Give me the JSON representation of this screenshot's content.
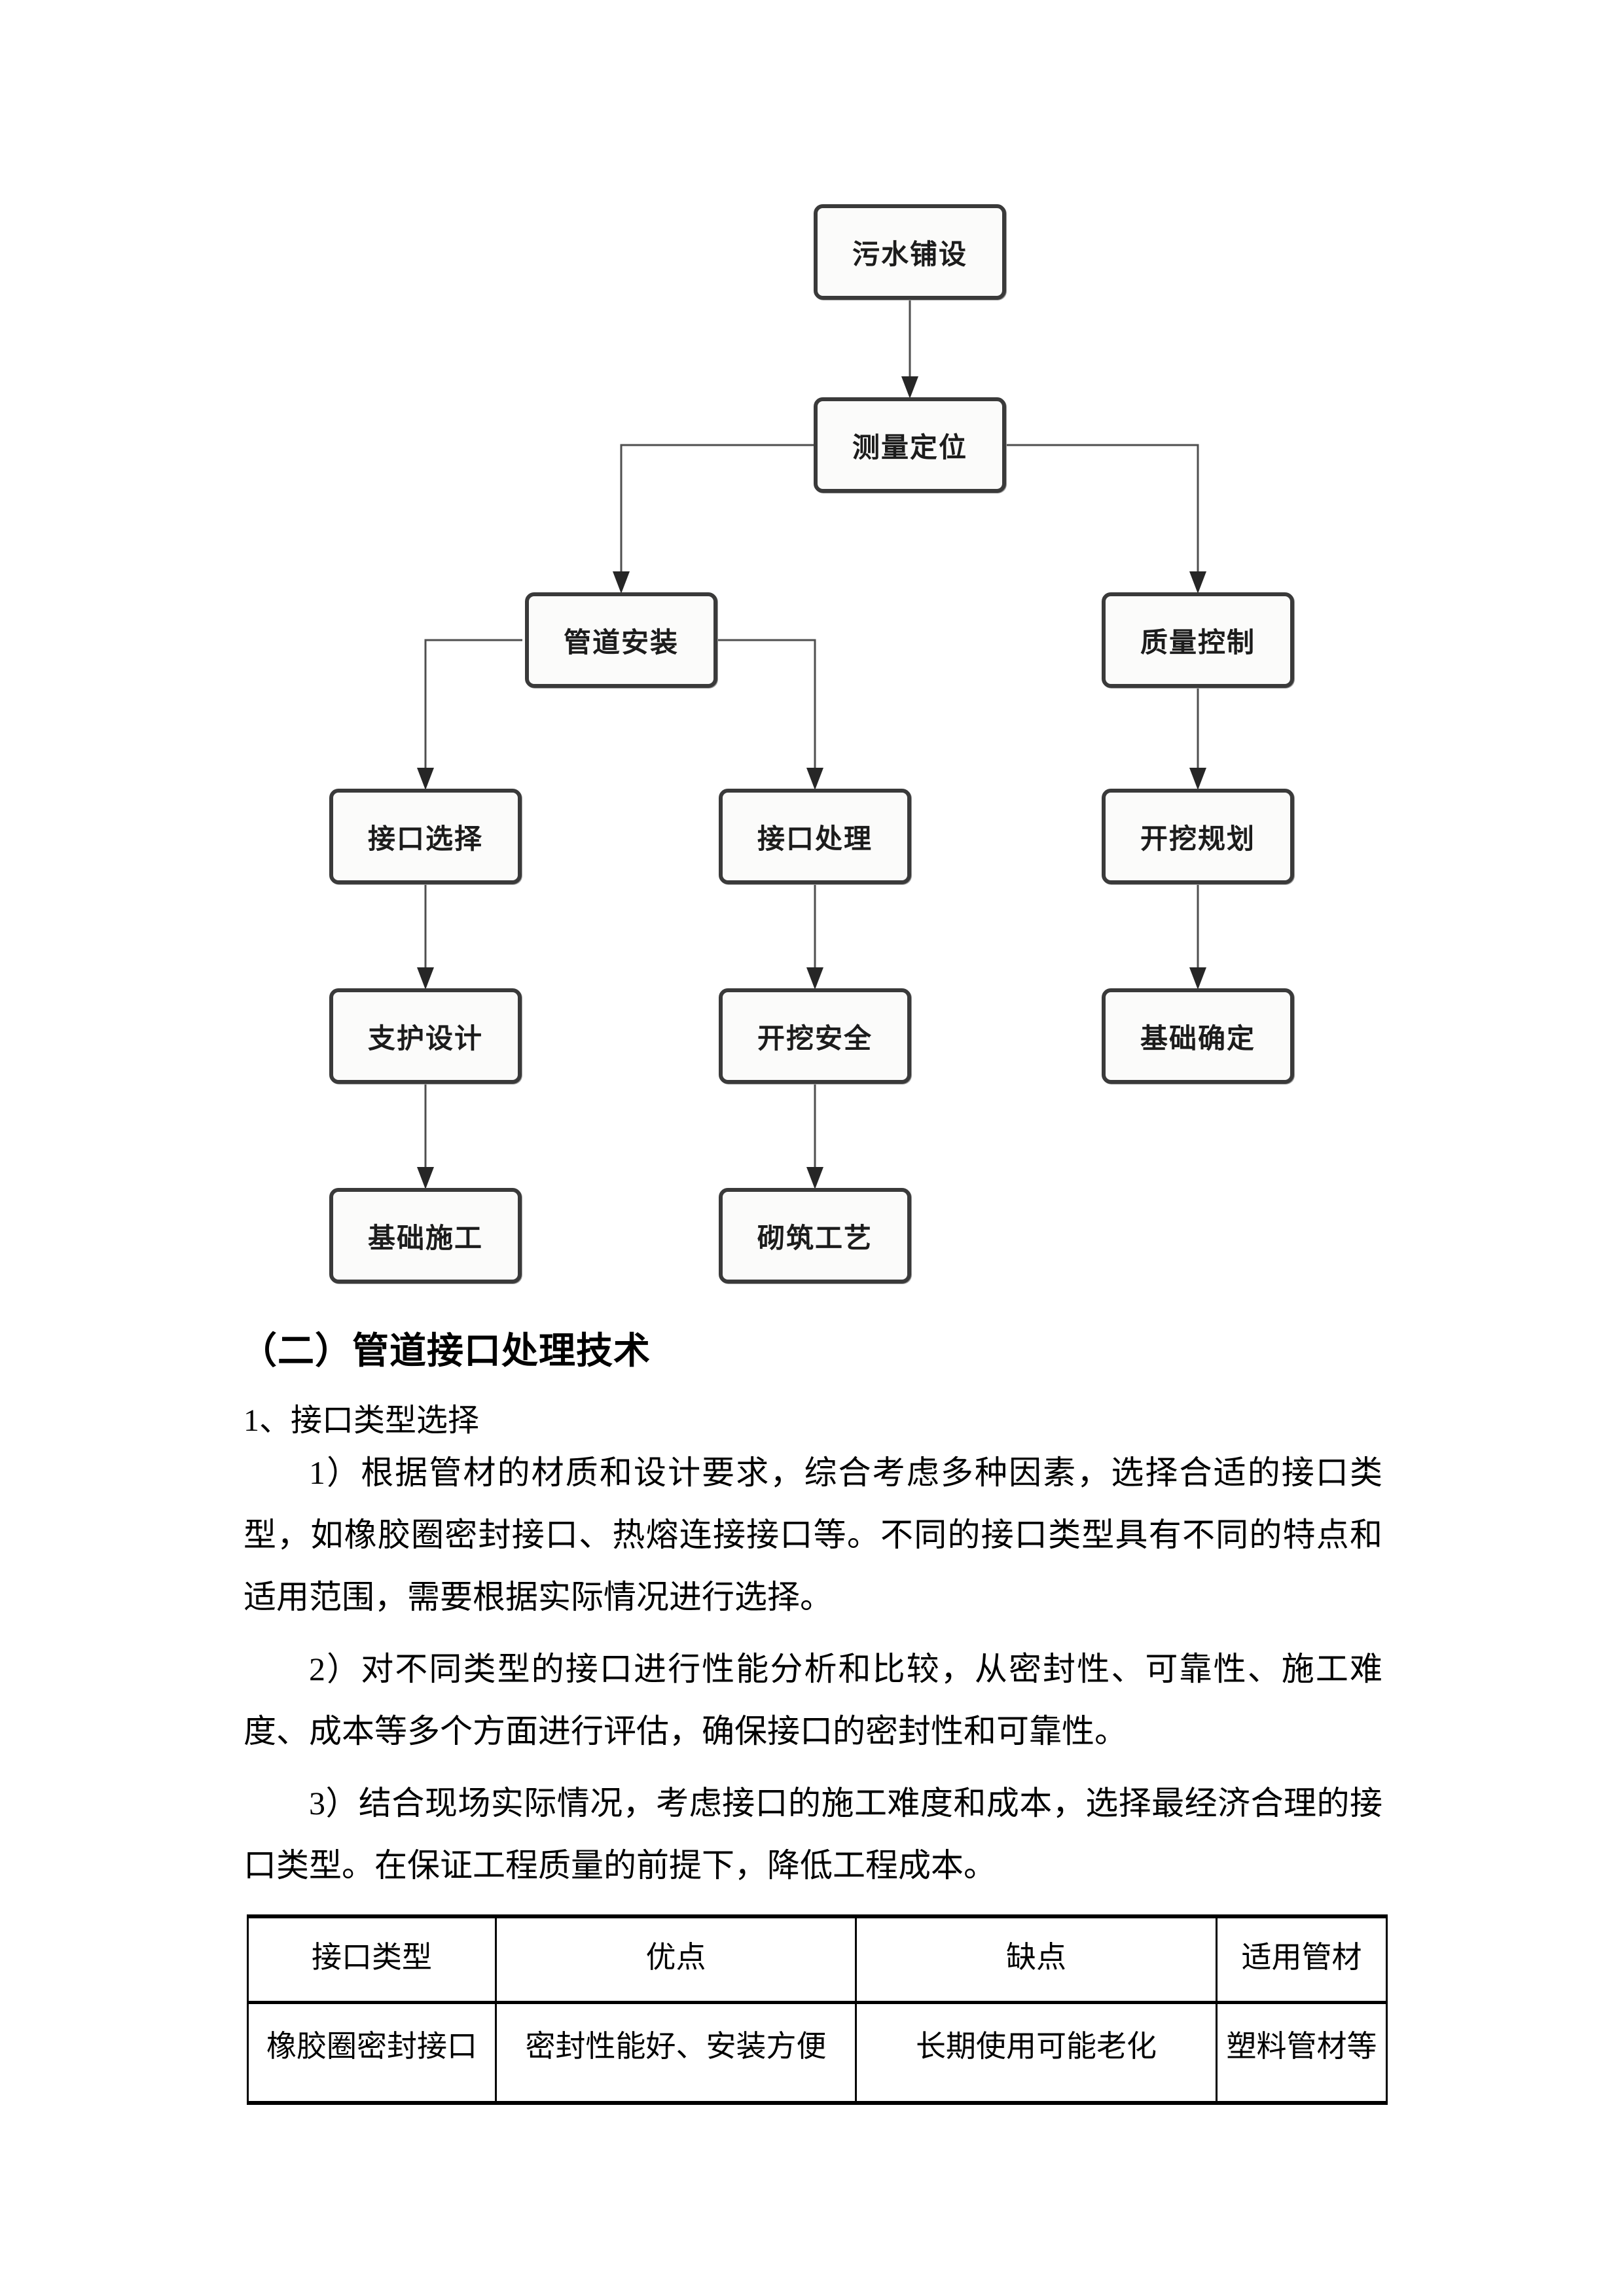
{
  "flowchart": {
    "box_fill": "#fbfbfa",
    "box_border": "#3a3a3a",
    "line_color": "#4f4f4f",
    "arrow_color": "#262626",
    "nodes": [
      {
        "id": "sewage-laying",
        "label": "污水铺设"
      },
      {
        "id": "survey-positioning",
        "label": "测量定位"
      },
      {
        "id": "pipe-installation",
        "label": "管道安装"
      },
      {
        "id": "quality-control",
        "label": "质量控制"
      },
      {
        "id": "joint-selection",
        "label": "接口选择"
      },
      {
        "id": "joint-treatment",
        "label": "接口处理"
      },
      {
        "id": "excavation-planning",
        "label": "开挖规划"
      },
      {
        "id": "support-design",
        "label": "支护设计"
      },
      {
        "id": "excavation-safety",
        "label": "开挖安全"
      },
      {
        "id": "foundation-confirm",
        "label": "基础确定"
      },
      {
        "id": "foundation-construct",
        "label": "基础施工"
      },
      {
        "id": "masonry-technique",
        "label": "砌筑工艺"
      }
    ]
  },
  "section": {
    "heading": "（二）管道接口处理技术",
    "subheading": "1、接口类型选择",
    "paragraphs": [
      {
        "lines": [
          "1）根据管材的材质和设计要求，综合考虑多种因素，选择合适的接口类",
          "型，如橡胶圈密封接口、热熔连接接口等。不同的接口类型具有不同的特点和",
          "适用范围，需要根据实际情况进行选择。"
        ]
      },
      {
        "lines": [
          "2）对不同类型的接口进行性能分析和比较，从密封性、可靠性、施工难",
          "度、成本等多个方面进行评估，确保接口的密封性和可靠性。"
        ]
      },
      {
        "lines": [
          "3）结合现场实际情况，考虑接口的施工难度和成本，选择最经济合理的接",
          "口类型。在保证工程质量的前提下，降低工程成本。"
        ]
      }
    ]
  },
  "table": {
    "headers": [
      "接口类型",
      "优点",
      "缺点",
      "适用管材"
    ],
    "rows": [
      [
        "橡胶圈密封接口",
        "密封性能好、安装方便",
        "长期使用可能老化",
        "塑料管材等"
      ]
    ]
  }
}
